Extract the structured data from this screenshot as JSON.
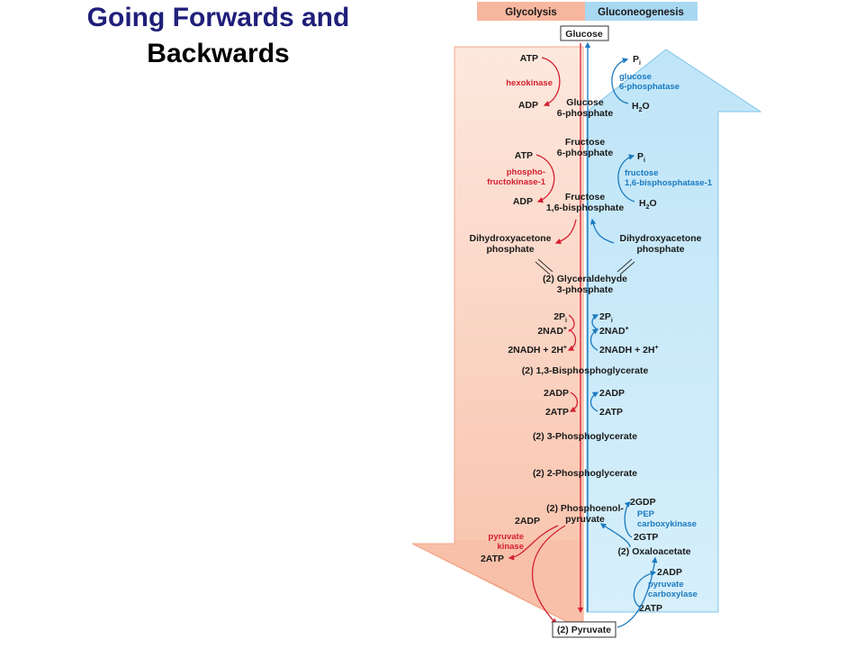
{
  "title": {
    "line1": "Going Forwards and",
    "line2": "Backwards"
  },
  "legend": {
    "glycolysis": "Glycolysis",
    "gluconeogenesis": "Gluconeogenesis"
  },
  "colors": {
    "glycolysis_fill": "#f9cbb8",
    "gluconeogenesis_fill": "#c8e8f8",
    "glycolysis_arrow": "#d42030",
    "gluconeogenesis_arrow": "#1a7ac0"
  },
  "metabolites": {
    "glucose": "Glucose",
    "g6p_1": "Glucose",
    "g6p_2": "6-phosphate",
    "f6p_1": "Fructose",
    "f6p_2": "6-phosphate",
    "fbp_1": "Fructose",
    "fbp_2": "1,6-bisphosphate",
    "dhap_l1": "Dihydroxyacetone",
    "dhap_l2": "phosphate",
    "dhap_r1": "Dihydroxyacetone",
    "dhap_r2": "phosphate",
    "g3p_1": "(2) Glyceraldehyde",
    "g3p_2": "3-phosphate",
    "bpg": "(2) 1,3-Bisphosphoglycerate",
    "pg3": "(2) 3-Phosphoglycerate",
    "pg2": "(2) 2-Phosphoglycerate",
    "pep_1": "(2) Phosphoenol-",
    "pep_2": "pyruvate",
    "oaa": "(2) Oxaloacetate",
    "pyruvate": "(2) Pyruvate"
  },
  "cofactors": {
    "atp_1": "ATP",
    "adp_1": "ADP",
    "pi_1": "P",
    "h2o_1": "H",
    "atp_2": "ATP",
    "adp_2": "ADP",
    "pi_2": "P",
    "h2o_2": "H",
    "pi_l": "2P",
    "nad_l": "2NAD",
    "nadh_l": "2NADH + 2H",
    "pi_r": "2P",
    "nad_r": "2NAD",
    "nadh_r": "2NADH + 2H",
    "adp_l3": "2ADP",
    "atp_l3": "2ATP",
    "adp_r3": "2ADP",
    "atp_r3": "2ATP",
    "gdp": "2GDP",
    "gtp": "2GTP",
    "adp_pk": "2ADP",
    "atp_pk": "2ATP",
    "adp_pc": "2ADP",
    "atp_pc": "2ATP"
  },
  "enzymes": {
    "hexokinase": "hexokinase",
    "g6pase_1": "glucose",
    "g6pase_2": "6-phosphatase",
    "pfk_1": "phospho-",
    "pfk_2": "fructokinase-1",
    "fbpase_1": "fructose",
    "fbpase_2": "1,6-bisphosphatase-1",
    "pepck_1": "PEP",
    "pepck_2": "carboxykinase",
    "pk_1": "pyruvate",
    "pk_2": "kinase",
    "pc_1": "pyruvate",
    "pc_2": "carboxylase"
  }
}
